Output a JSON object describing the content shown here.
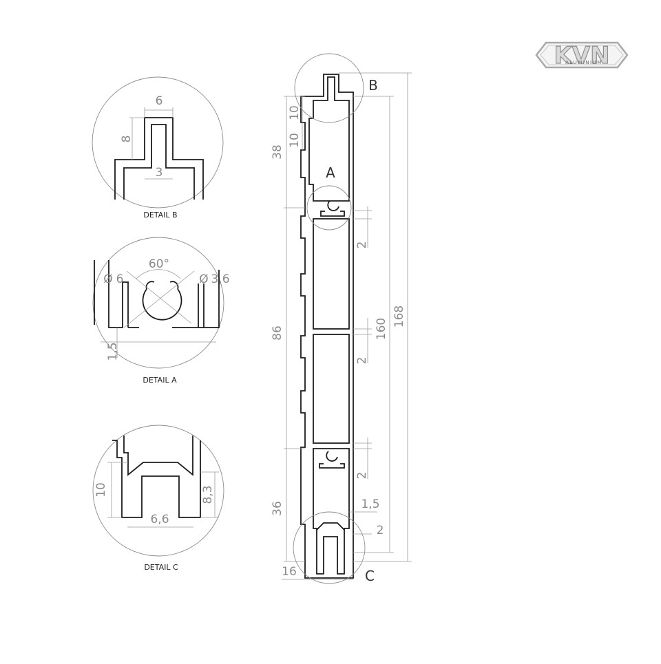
{
  "logo": {
    "brand": "KVN",
    "sub": "ALUMINIUM"
  },
  "main_profile": {
    "dims": {
      "d_10a": "10",
      "d_10b": "10",
      "d_38": "38",
      "d_86": "86",
      "d_36": "36",
      "d_16": "16",
      "d_2a": "2",
      "d_2b": "2",
      "d_2c": "2",
      "d_160": "160",
      "d_168": "168",
      "d_1_5": "1,5",
      "d_2d": "2"
    },
    "labels": {
      "a": "A",
      "b": "B",
      "c": "C"
    }
  },
  "detail_b": {
    "caption": "DETAIL B",
    "dims": {
      "w6": "6",
      "h8": "8",
      "w3": "3"
    }
  },
  "detail_a": {
    "caption": "DETAIL A",
    "dims": {
      "angle": "60°",
      "d6": "6",
      "d36": "3,6",
      "t15": "1,5",
      "dia_sym": "Ø"
    }
  },
  "detail_c": {
    "caption": "DETAIL C",
    "dims": {
      "h10": "10",
      "h83": "8,3",
      "w66": "6,6"
    }
  }
}
